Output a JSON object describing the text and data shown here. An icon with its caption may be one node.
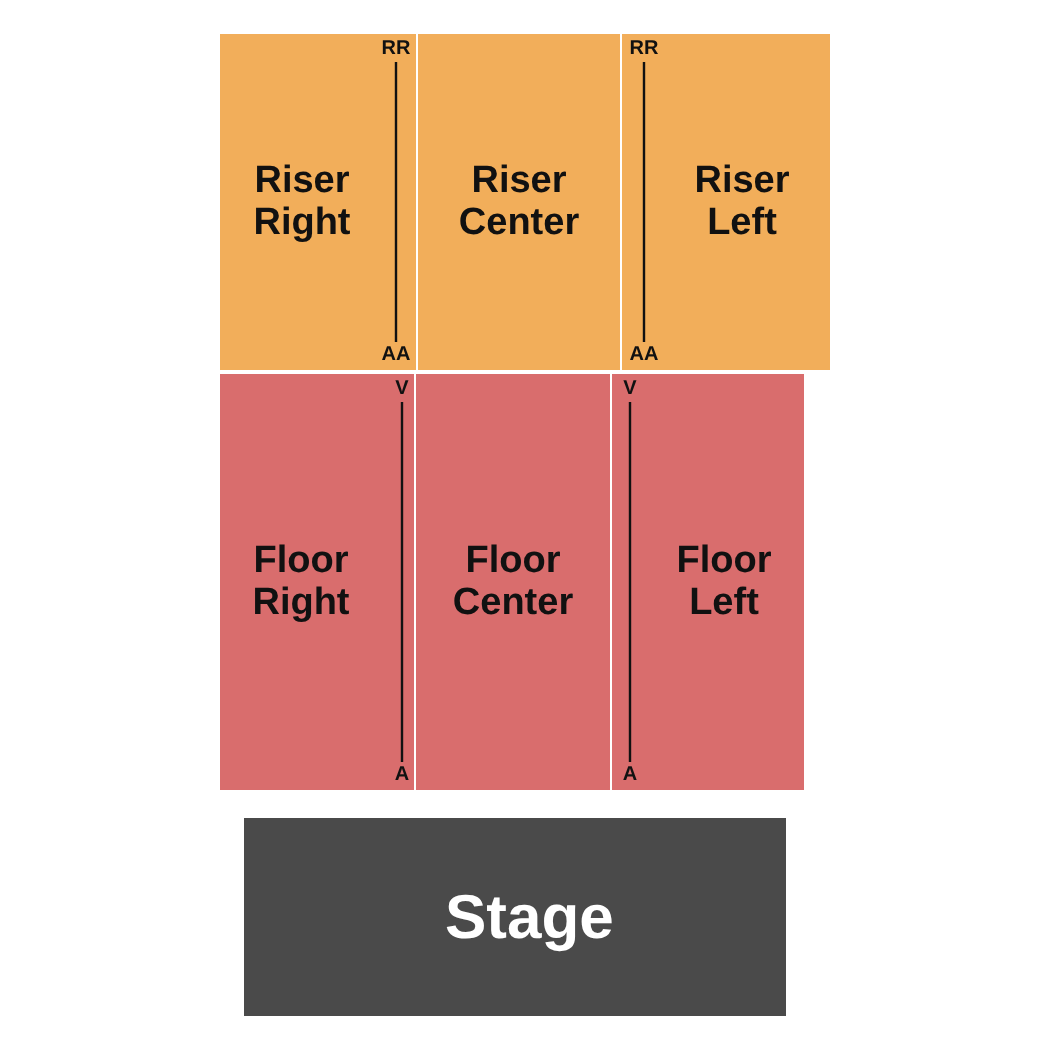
{
  "diagram": {
    "nodes": [
      {
        "text": [
          "Riser Right"
        ]
      },
      {
        "text": [
          "Riser Center"
        ]
      },
      {
        "text": [
          "Riser Left"
        ]
      },
      {
        "text": [
          "Floor Right"
        ]
      },
      {
        "text": [
          "Floor Center"
        ]
      },
      {
        "text": [
          "Floor Left"
        ]
      },
      {
        "text": [
          "Stage"
        ]
      }
    ],
    "edges": [],
    "labels": [
      "RR",
      "RR",
      "AA",
      "AA",
      "V",
      "V",
      "A",
      "A"
    ]
  }
}
